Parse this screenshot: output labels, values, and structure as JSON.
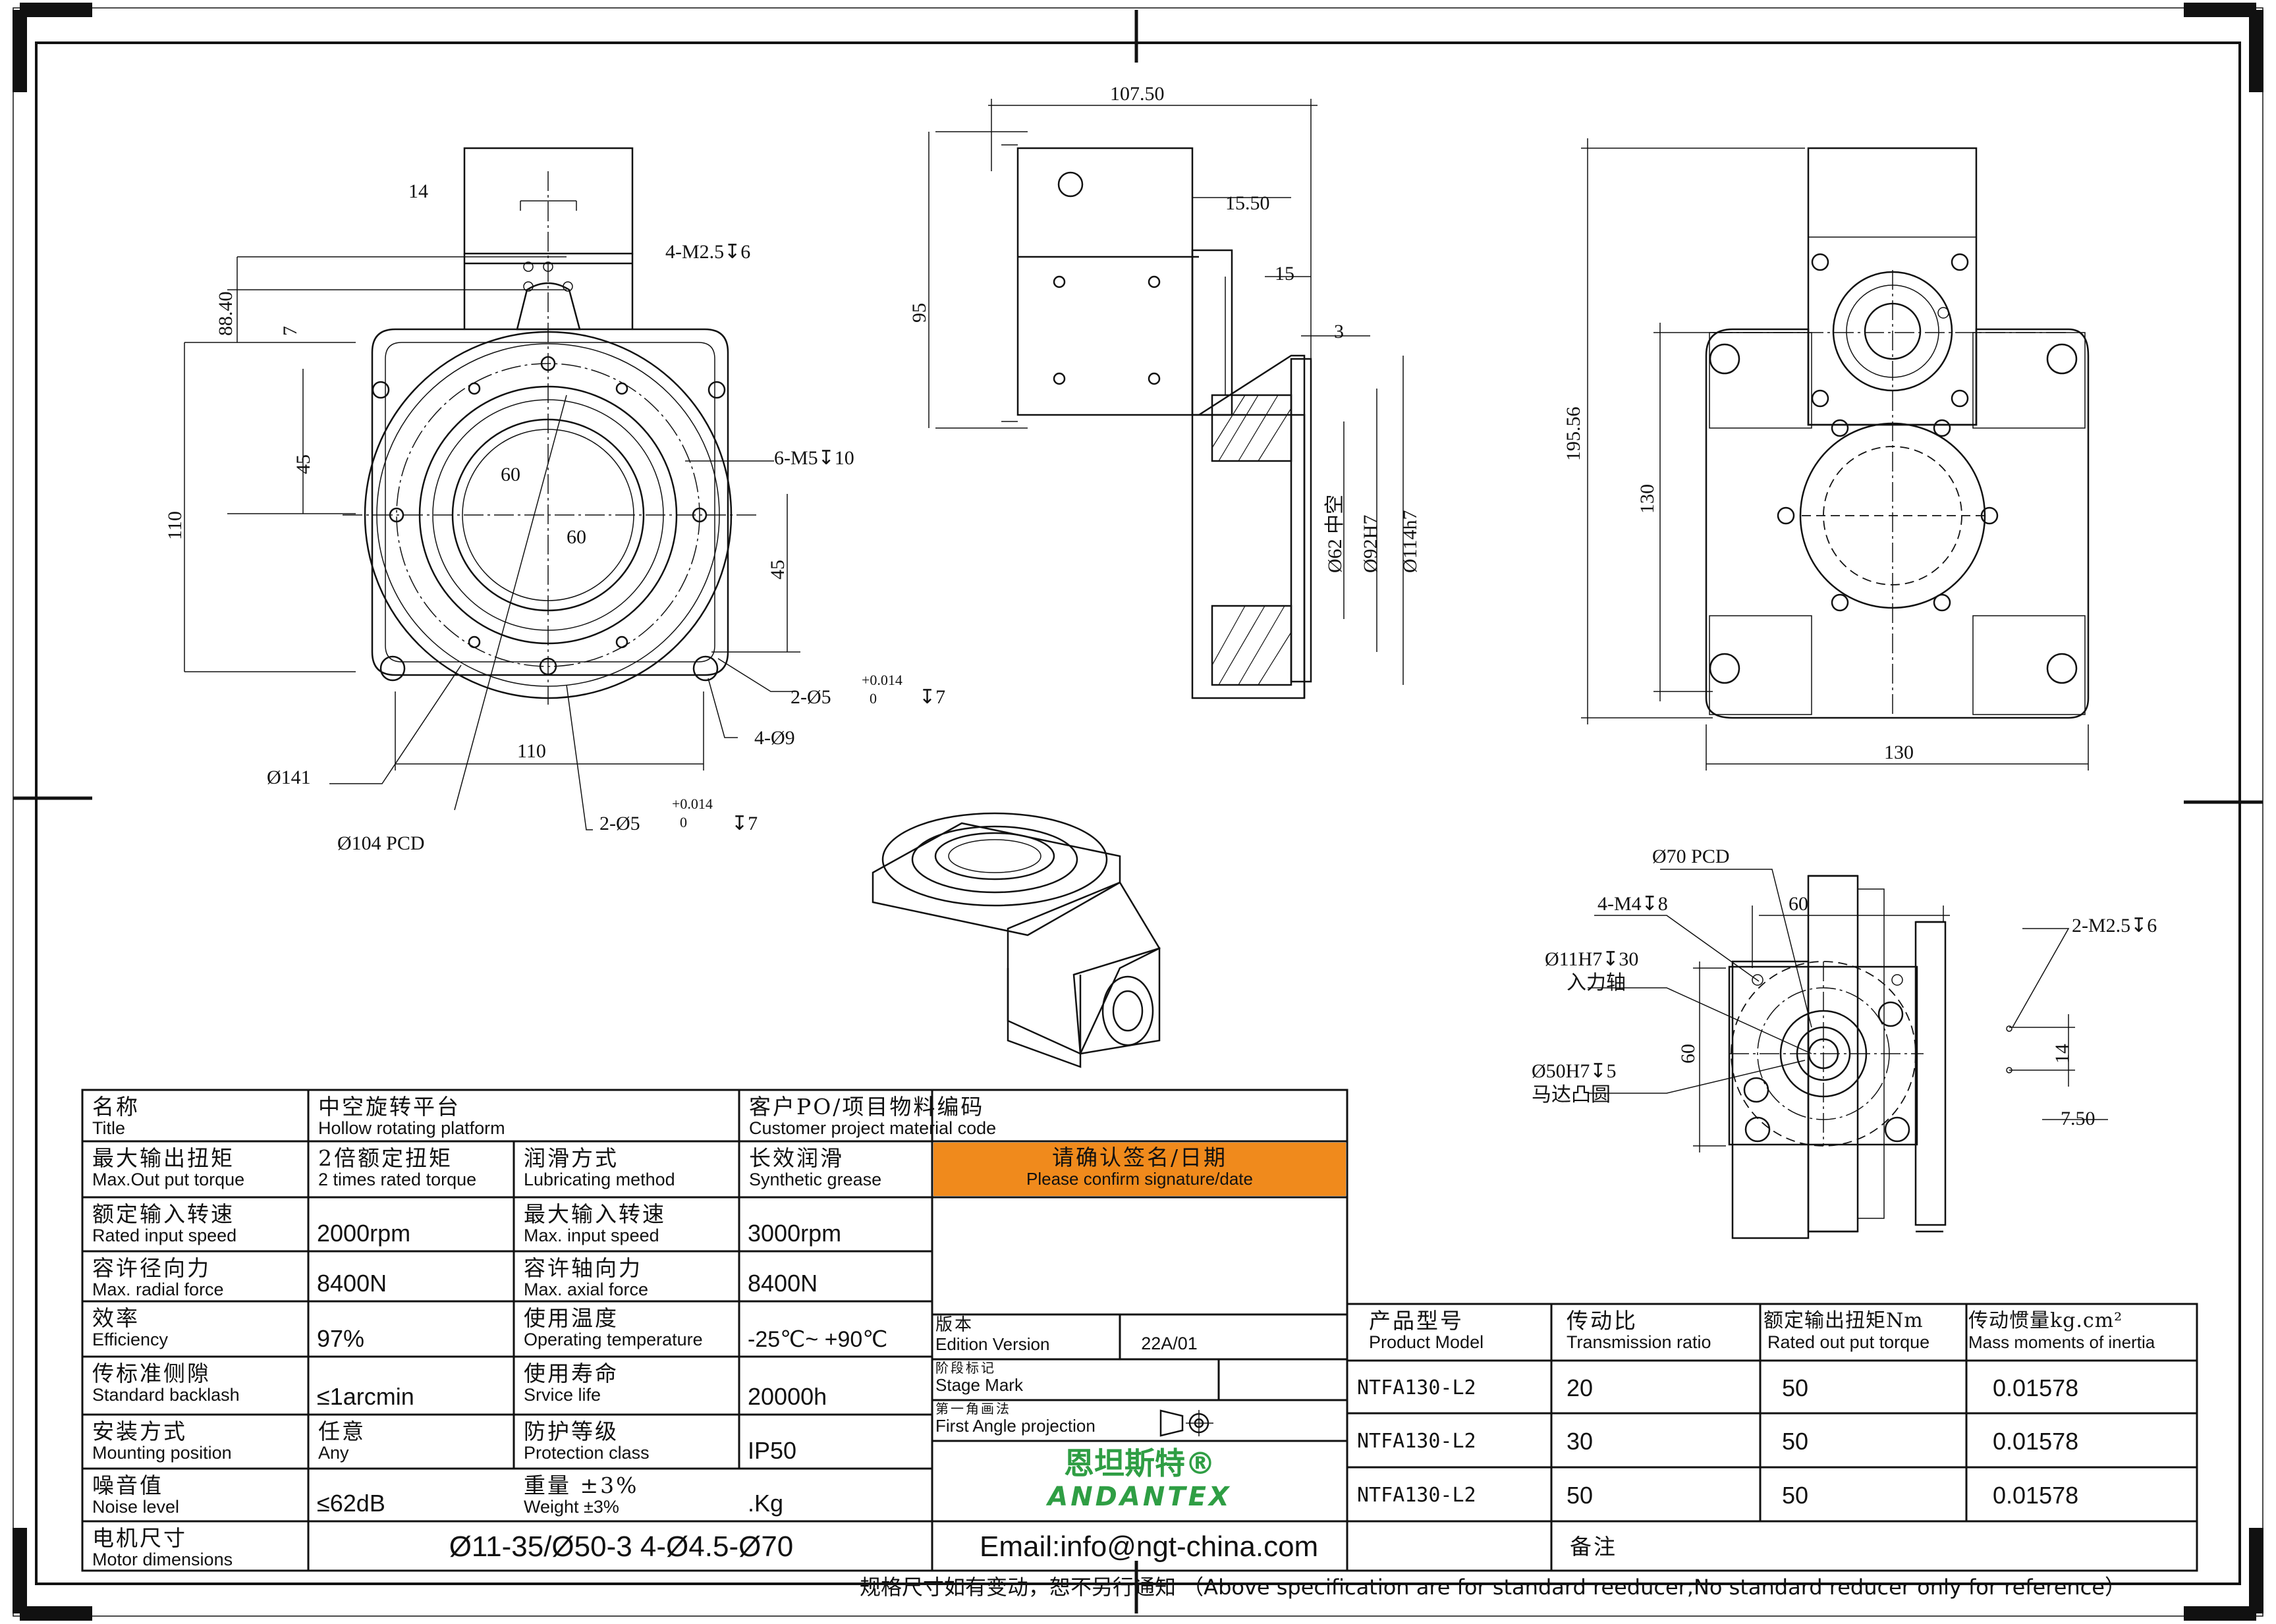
{
  "drawing": {
    "front_view": {
      "dims": [
        "14",
        "4-M2.5↧6",
        "88.40",
        "7",
        "45",
        "110",
        "60",
        "60",
        "6-M5↧10",
        "45",
        "2-Ø5",
        "+0.014",
        "0",
        "↧7",
        "4-Ø9",
        "110",
        "Ø141",
        "Ø104 PCD",
        "2-Ø5",
        "+0.014",
        "0",
        "↧7"
      ]
    },
    "side_view": {
      "dims": [
        "107.50",
        "15.50",
        "15",
        "3",
        "95",
        "Ø62 中空",
        "Ø92H7",
        "Ø114h7"
      ]
    },
    "back_view": {
      "dims": [
        "195.56",
        "130",
        "130"
      ]
    },
    "detail_view": {
      "dims": [
        "Ø70 PCD",
        "60",
        "4-M4↧8",
        "Ø11H7↧30",
        "入力轴",
        "60",
        "Ø50H7↧5",
        "马达凸圆",
        "2-M2.5↧6",
        "14",
        "7.50"
      ]
    }
  },
  "spec_table": {
    "title": {
      "cn": "名称",
      "en": "Title",
      "value_cn": "中空旋转平台",
      "value_en": "Hollow rotating platform"
    },
    "customer": {
      "cn": "客户PO/项目物料编码",
      "en": "Customer project material code"
    },
    "sign": {
      "cn": "请确认签名/日期",
      "en": "Please confirm signature/date"
    },
    "rows": [
      {
        "l_cn": "最大输出扭矩",
        "l_en": "Max.Out put torque",
        "l_val_cn": "2倍额定扭矩",
        "l_val_en": "2 times rated torque",
        "r_cn": "润滑方式",
        "r_en": "Lubricating method",
        "r_val_cn": "长效润滑",
        "r_val_en": "Synthetic grease"
      },
      {
        "l_cn": "额定输入转速",
        "l_en": "Rated input speed",
        "l_val": "2000rpm",
        "r_cn": "最大输入转速",
        "r_en": "Max. input speed",
        "r_val": "3000rpm"
      },
      {
        "l_cn": "容许径向力",
        "l_en": "Max. radial force",
        "l_val": "8400N",
        "r_cn": "容许轴向力",
        "r_en": "Max. axial force",
        "r_val": "8400N"
      },
      {
        "l_cn": "效率",
        "l_en": "Efficiency",
        "l_val": "97%",
        "r_cn": "使用温度",
        "r_en": "Operating temperature",
        "r_val": "-25℃~ +90℃"
      },
      {
        "l_cn": "传标准侧隙",
        "l_en": "Standard backlash",
        "l_val": "≤1arcmin",
        "r_cn": "使用寿命",
        "r_en": "Srvice life",
        "r_val": "20000h"
      },
      {
        "l_cn": "安装方式",
        "l_en": "Mounting position",
        "l_val_cn": "任意",
        "l_val_en": "Any",
        "r_cn": "防护等级",
        "r_en": "Protection class",
        "r_val": "IP50"
      },
      {
        "l_cn": "噪音值",
        "l_en": "Noise level",
        "l_val": "≤62dB",
        "r_cn": "重量 ±3%",
        "r_en": "Weight ±3%",
        "r_val": ".Kg"
      }
    ],
    "motor": {
      "cn": "电机尺寸",
      "en": "Motor dimensions",
      "value": "Ø11-35/Ø50-3  4-Ø4.5-Ø70"
    },
    "edition": {
      "cn": "版本",
      "en": "Edition Version",
      "value": "22A/01"
    },
    "stage": {
      "cn": "阶段标记",
      "en": "Stage Mark"
    },
    "projection": {
      "cn": "第一角画法",
      "en": "First Angle projection"
    },
    "brand": {
      "cn": "恩坦斯特®",
      "en": "ANDANTEX",
      "color": "#2f9e44"
    },
    "email": "Email:info@ngt-china.com",
    "remark": "备注",
    "sign_color": "#f08a1c"
  },
  "model_table": {
    "headers": [
      {
        "cn": "产品型号",
        "en": "Product Model"
      },
      {
        "cn": "传动比",
        "en": "Transmission ratio"
      },
      {
        "cn": "额定输出扭矩Nm",
        "en": "Rated out put torque"
      },
      {
        "cn": "传动惯量kg.cm²",
        "en": "Mass moments of inertia"
      }
    ],
    "rows": [
      [
        "NTFA130-L2",
        "20",
        "50",
        "0.01578"
      ],
      [
        "NTFA130-L2",
        "30",
        "50",
        "0.01578"
      ],
      [
        "NTFA130-L2",
        "50",
        "50",
        "0.01578"
      ]
    ]
  },
  "footer": "规格尺寸如有变动，恕不另行通知 （Above specification are for standard reeducer,No standard reducer only for reference）"
}
